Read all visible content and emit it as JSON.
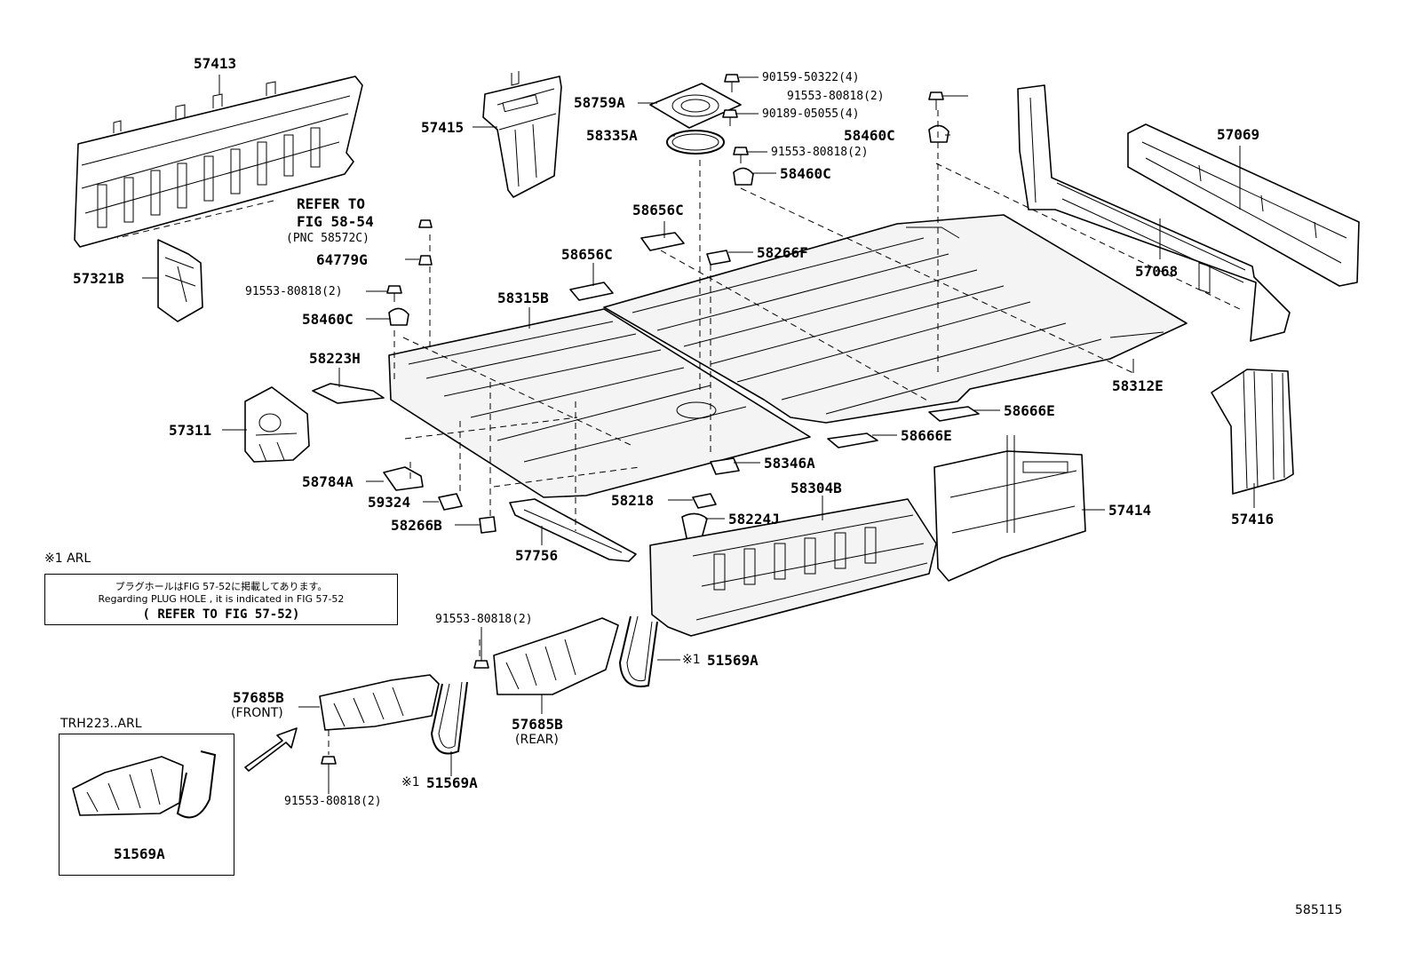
{
  "parts": {
    "p57413": "57413",
    "p57415": "57415",
    "p58759A": "58759A",
    "p58335A": "58335A",
    "p90159": "90159-50322(4)",
    "p91553_top": "91553-80818(2)",
    "p90189": "90189-05055(4)",
    "p58460C_r1": "58460C",
    "p91553_mid": "91553-80818(2)",
    "p58460C_r2": "58460C",
    "p57069": "57069",
    "p57068": "57068",
    "refer_line1": "REFER TO",
    "refer_line2": "FIG 58-54",
    "refer_line3": "(PNC 58572C)",
    "p64779G": "64779G",
    "p57321B": "57321B",
    "p91553_left": "91553-80818(2)",
    "p58460C_left": "58460C",
    "p58656C_a": "58656C",
    "p58656C_b": "58656C",
    "p58266F": "58266F",
    "p58315B": "58315B",
    "p58312E": "58312E",
    "p58223H": "58223H",
    "p57311": "57311",
    "p58666E_a": "58666E",
    "p58666E_b": "58666E",
    "p58784A": "58784A",
    "p58346A": "58346A",
    "p59324": "59324",
    "p58218": "58218",
    "p58304B": "58304B",
    "p58266B": "58266B",
    "p58224J": "58224J",
    "p57414": "57414",
    "p57416": "57416",
    "p57756": "57756",
    "p91553_bottom_mid": "91553-80818(2)",
    "p51569A_right": "51569A",
    "p57685B_front": "57685B",
    "p57685B_front_sub": "(FRONT)",
    "p57685B_rear": "57685B",
    "p57685B_rear_sub": "(REAR)",
    "p51569A_mid": "51569A",
    "p91553_bottom": "91553-80818(2)",
    "p51569A_inset": "51569A"
  },
  "notes": {
    "arl_note": "※1 ARL",
    "mark_right": "※1",
    "mark_mid": "※1",
    "plug_jp": "プラグホールはFIG 57-52に掲載してあります。",
    "plug_en": "Regarding PLUG HOLE , it is indicated in FIG 57-52",
    "plug_refer": "( REFER TO FIG 57-52)",
    "inset_title": "TRH223..ARL",
    "figure_number": "585115"
  }
}
